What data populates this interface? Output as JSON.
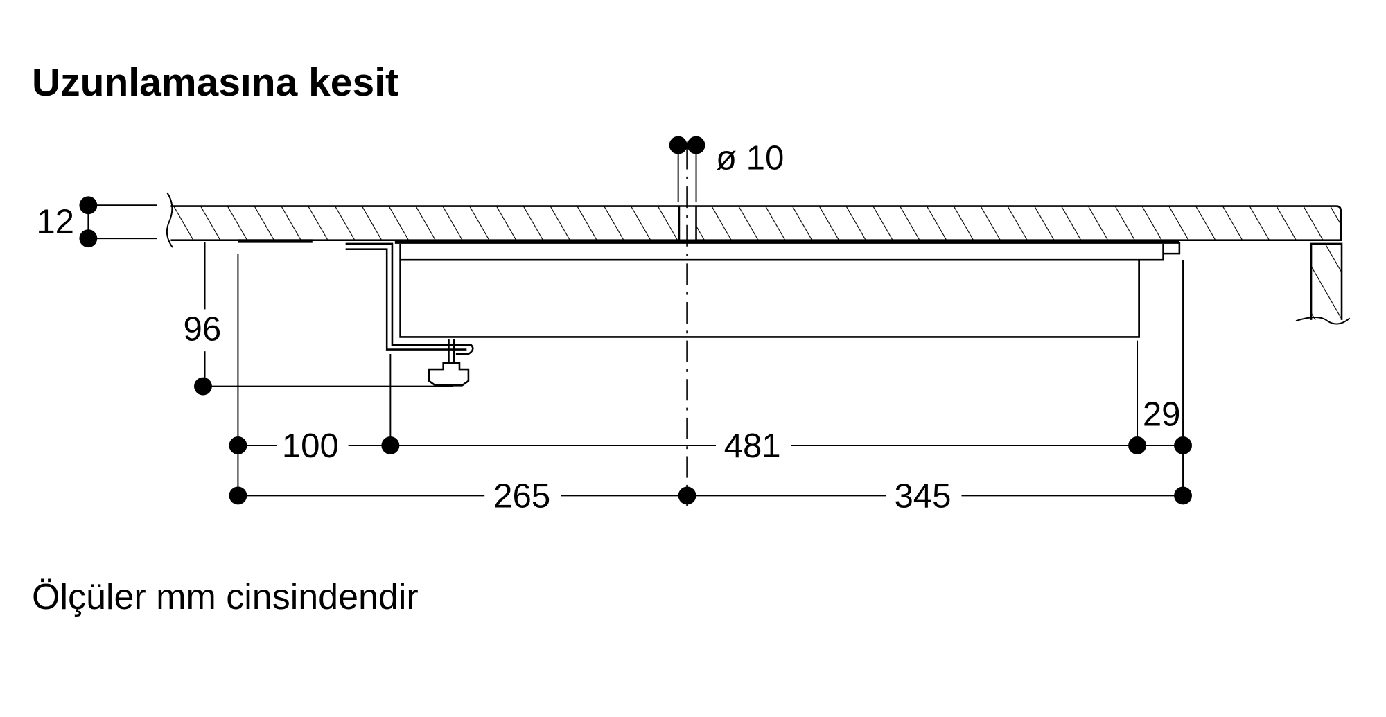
{
  "title": "Uzunlamasına kesit",
  "note": "Ölçüler mm cinsindendir",
  "dimensions": {
    "diameter": "ø 10",
    "thickness": "12",
    "depth": "96",
    "left_offset": "100",
    "body_width": "481",
    "right_offset": "29",
    "to_center": "265",
    "from_center": "345"
  }
}
